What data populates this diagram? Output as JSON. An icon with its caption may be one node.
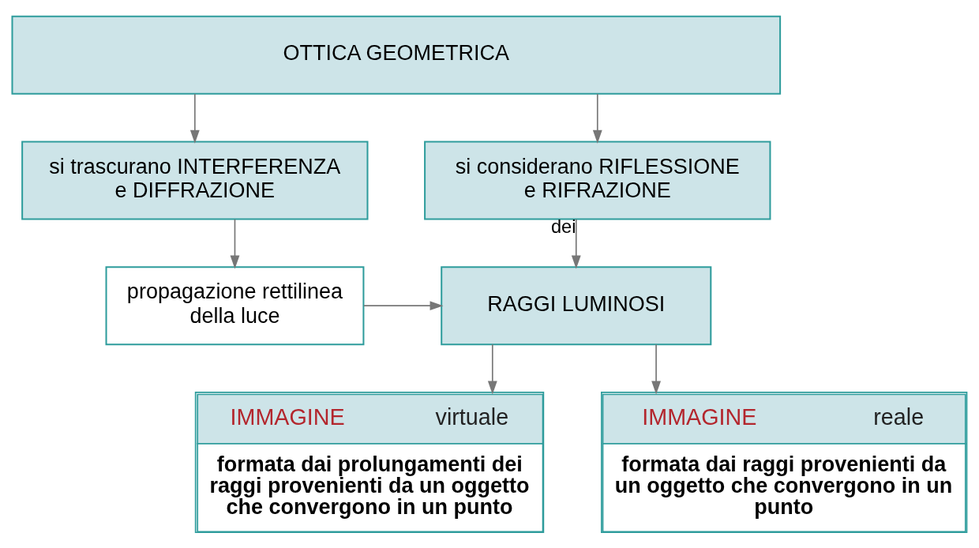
{
  "diagram": {
    "nodes": [
      {
        "text": [
          "OTTICA GEOMETRICA"
        ]
      },
      {
        "text": [
          "si trascurano INTERFERENZA e DIFFRAZIONE"
        ]
      },
      {
        "text": [
          "si considerano RIFLESSIONE e RIFRAZIONE"
        ]
      },
      {
        "text": [
          "propagazione rettilinea della luce"
        ]
      },
      {
        "text": [
          "RAGGI LUMINOSI"
        ]
      },
      {
        "text": [
          "IMMAGINE virtuale",
          "formata dai prolungamenti dei raggi provenienti da un oggetto che convergono in un punto"
        ]
      },
      {
        "text": [
          "IMMAGINE reale",
          "formata dai raggi provenienti da un oggetto che convergono in un punto"
        ]
      }
    ],
    "edges": [
      {
        "from": 0,
        "to": 1,
        "arrow": "to"
      },
      {
        "from": 0,
        "to": 2,
        "arrow": "to"
      },
      {
        "from": 1,
        "to": 3,
        "arrow": "to"
      },
      {
        "from": 3,
        "to": 4,
        "arrow": "to"
      },
      {
        "from": 2,
        "to": 4,
        "arrow": "to",
        "label": "dei"
      },
      {
        "from": 4,
        "to": 5,
        "arrow": "to"
      },
      {
        "from": 4,
        "to": 6,
        "arrow": "to"
      }
    ]
  }
}
